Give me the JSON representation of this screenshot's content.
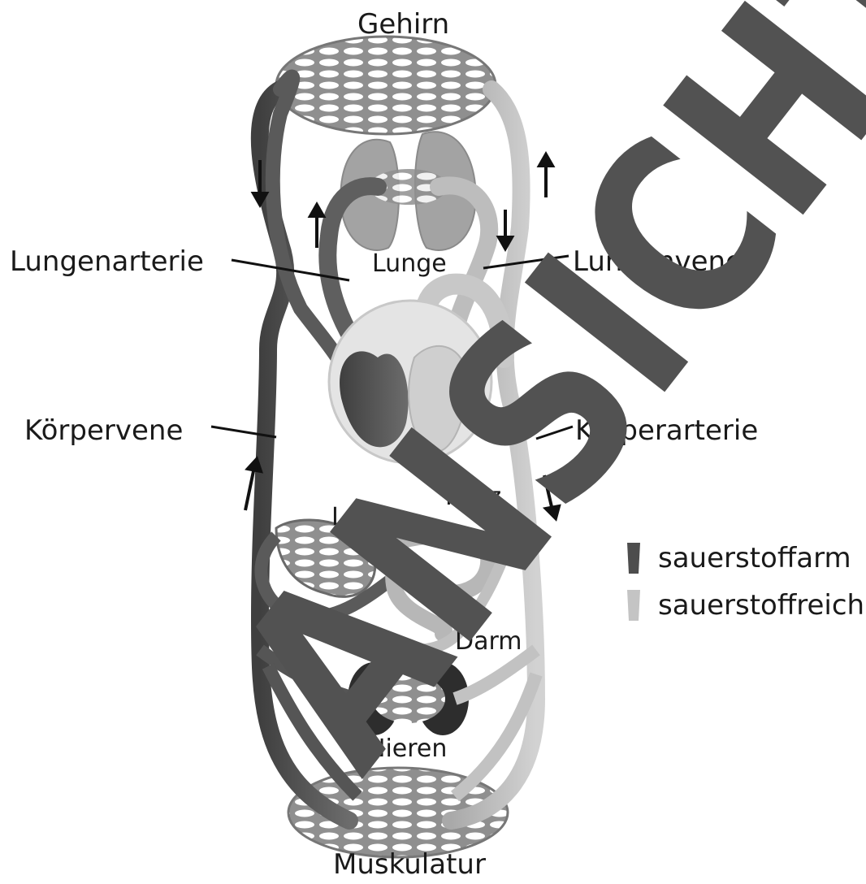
{
  "labels": {
    "brain": "Gehirn",
    "lung": "Lunge",
    "pulmonary_artery": "Lungenarterie",
    "pulmonary_vein": "Lungenvene",
    "body_vein": "Körpervene",
    "body_artery": "Körperarterie",
    "heart": "Herz",
    "liver": "Leber",
    "intestine": "Darm",
    "kidneys": "Nieren",
    "muscles": "Muskulatur"
  },
  "legend": {
    "items": [
      {
        "label": "sauerstoffarm",
        "color": "#4d4d4d"
      },
      {
        "label": "sauerstoffreich",
        "color": "#c4c4c4"
      }
    ]
  },
  "watermark": {
    "text": "ANSICHT",
    "color": "#525252"
  },
  "colors": {
    "deoxygenated": "#555555",
    "oxygenated": "#b9b9b9",
    "lung_tissue": "#9a9a9a",
    "heart_wall": "#d9d9d9"
  },
  "icons": {
    "flow_arrow": "arrow-icon",
    "legend_swatch": "swatch-icon"
  }
}
